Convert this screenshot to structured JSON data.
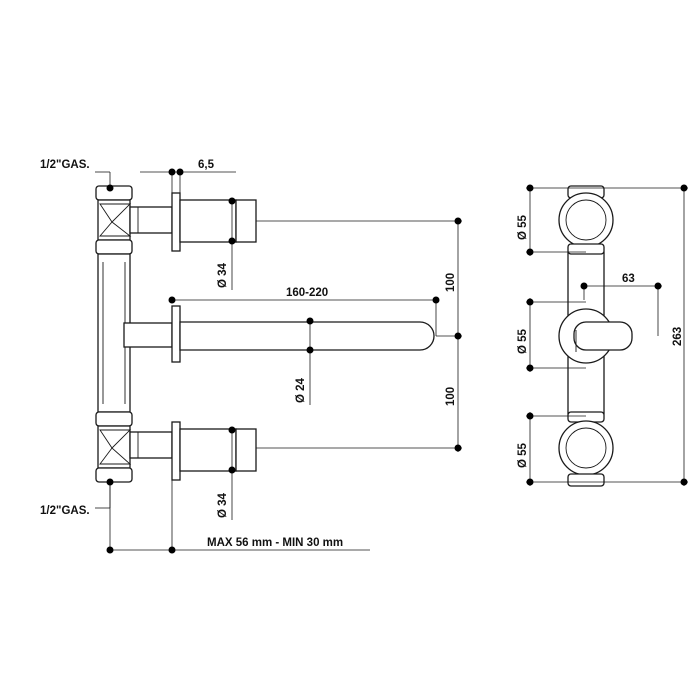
{
  "labels": {
    "gas_top": "1/2\"GAS.",
    "gas_bottom": "1/2\"GAS.",
    "dim_6_5": "6,5",
    "dim_dia34_top": "Ø 34",
    "dim_dia34_bottom": "Ø 34",
    "dim_160_220": "160-220",
    "dim_dia24": "Ø 24",
    "dim_100_top": "100",
    "dim_100_bottom": "100",
    "dim_max_min": "MAX 56 mm - MIN 30 mm",
    "dim_dia55_top": "Ø 55",
    "dim_dia55_mid": "Ø 55",
    "dim_dia55_bottom": "Ø 55",
    "dim_63": "63",
    "dim_263": "263"
  }
}
